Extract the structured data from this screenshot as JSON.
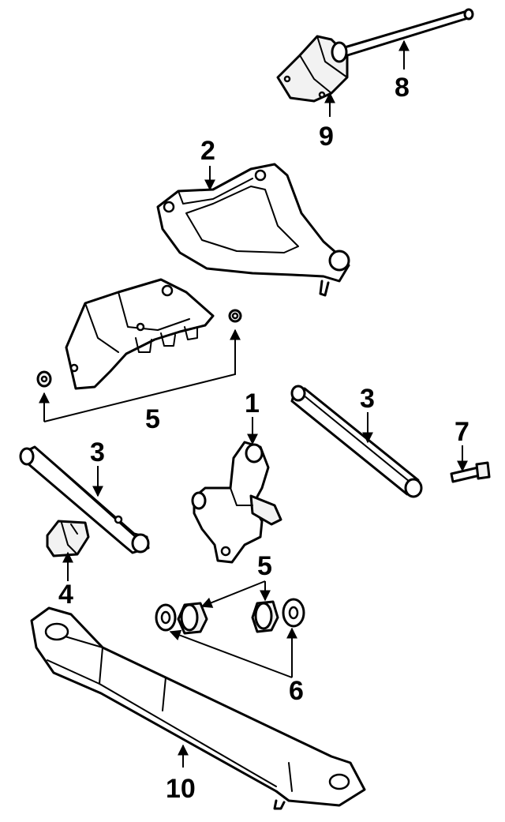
{
  "callouts": {
    "c1": "1",
    "c2": "2",
    "c3a": "3",
    "c3b": "3",
    "c4": "4",
    "c5a": "5",
    "c5b": "5",
    "c6": "6",
    "c7": "7",
    "c8": "8",
    "c9": "9",
    "c10": "10"
  }
}
